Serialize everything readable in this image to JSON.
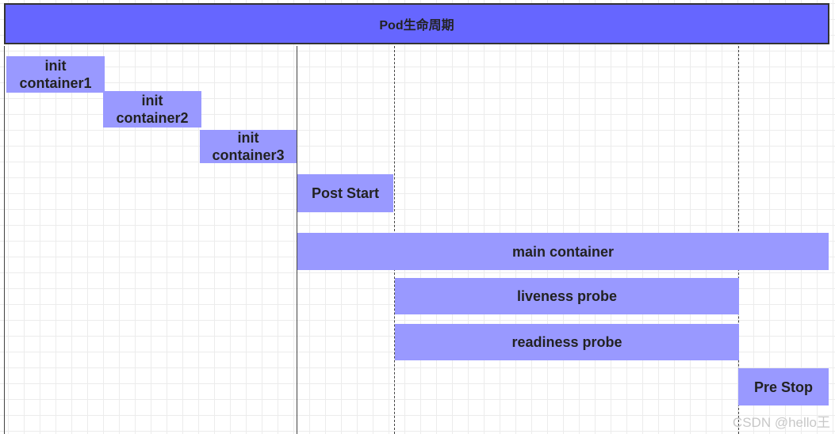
{
  "title": "Pod生命周期",
  "colors": {
    "title_fill": "#6666ff",
    "box_fill": "#9999ff",
    "line": "#444444"
  },
  "phases": {
    "init1": "init\ncontainer1",
    "init2": "init\ncontainer2",
    "init3": "init\ncontainer3",
    "post_start": "Post Start",
    "main_container": "main container",
    "liveness_probe": "liveness probe",
    "readiness_probe": "readiness probe",
    "pre_stop": "Pre Stop"
  },
  "watermark": "CSDN @hello王"
}
